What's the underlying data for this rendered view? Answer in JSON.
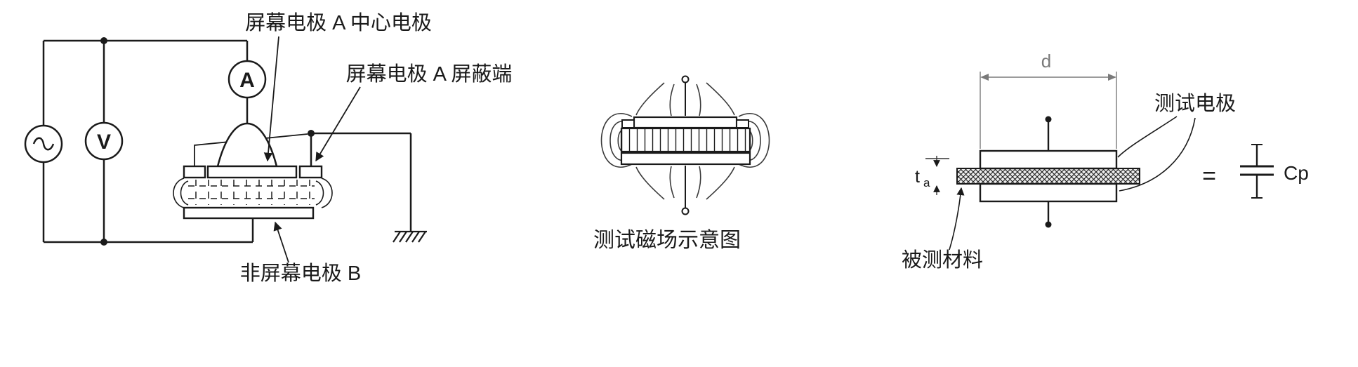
{
  "circuit": {
    "label_center_electrode": "屏幕电极 A 中心电极",
    "label_shield_end": "屏幕电极 A 屏蔽端",
    "label_non_screen_electrode": "非屏幕电极 B",
    "ammeter": "A",
    "voltmeter": "V"
  },
  "field_diagram": {
    "caption": "测试磁场示意图"
  },
  "capacitance_diagram": {
    "dimension_label": "d",
    "thickness_label_base": "t",
    "thickness_label_sub": "a",
    "label_test_electrode": "测试电极",
    "label_material_under_test": "被测材料",
    "equals_sign": "=",
    "capacitor_label": "Cp"
  },
  "colors": {
    "line": "#1a1a1a",
    "dimension": "#7a7a7a",
    "background": "#ffffff"
  }
}
